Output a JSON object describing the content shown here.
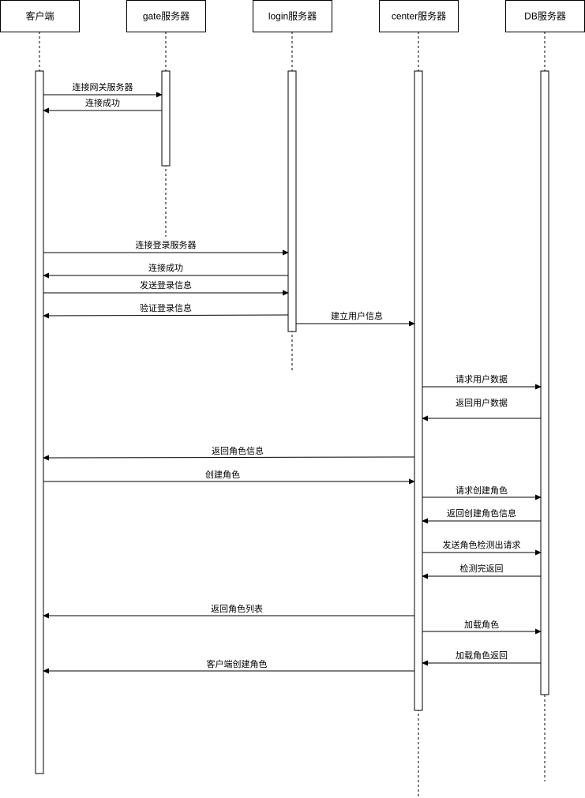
{
  "participants": [
    {
      "id": "client",
      "label": "客户端"
    },
    {
      "id": "gate",
      "label": "gate服务器"
    },
    {
      "id": "login",
      "label": "login服务器"
    },
    {
      "id": "center",
      "label": "center服务器"
    },
    {
      "id": "db",
      "label": "DB服务器"
    }
  ],
  "messages": [
    {
      "from": "client",
      "to": "gate",
      "label": "连接网关服务器"
    },
    {
      "from": "gate",
      "to": "client",
      "label": "连接成功"
    },
    {
      "from": "client",
      "to": "login",
      "label": "连接登录服务器"
    },
    {
      "from": "login",
      "to": "client",
      "label": "连接成功"
    },
    {
      "from": "client",
      "to": "login",
      "label": "发送登录信息"
    },
    {
      "from": "login",
      "to": "client",
      "label": "验证登录信息"
    },
    {
      "from": "login",
      "to": "center",
      "label": "建立用户信息"
    },
    {
      "from": "center",
      "to": "db",
      "label": "请求用户数据"
    },
    {
      "from": "db",
      "to": "center",
      "label": "返回用户数据"
    },
    {
      "from": "center",
      "to": "client",
      "label": "返回角色信息"
    },
    {
      "from": "client",
      "to": "center",
      "label": "创建角色"
    },
    {
      "from": "center",
      "to": "db",
      "label": "请求创建角色"
    },
    {
      "from": "db",
      "to": "center",
      "label": "返回创建角色信息"
    },
    {
      "from": "center",
      "to": "db",
      "label": "发送角色检测出请求"
    },
    {
      "from": "db",
      "to": "center",
      "label": "检测完返回"
    },
    {
      "from": "center",
      "to": "client",
      "label": "返回角色列表"
    },
    {
      "from": "center",
      "to": "db",
      "label": "加载角色"
    },
    {
      "from": "db",
      "to": "center",
      "label": "加载角色返回"
    },
    {
      "from": "center",
      "to": "client",
      "label": "客户端创建角色"
    }
  ]
}
